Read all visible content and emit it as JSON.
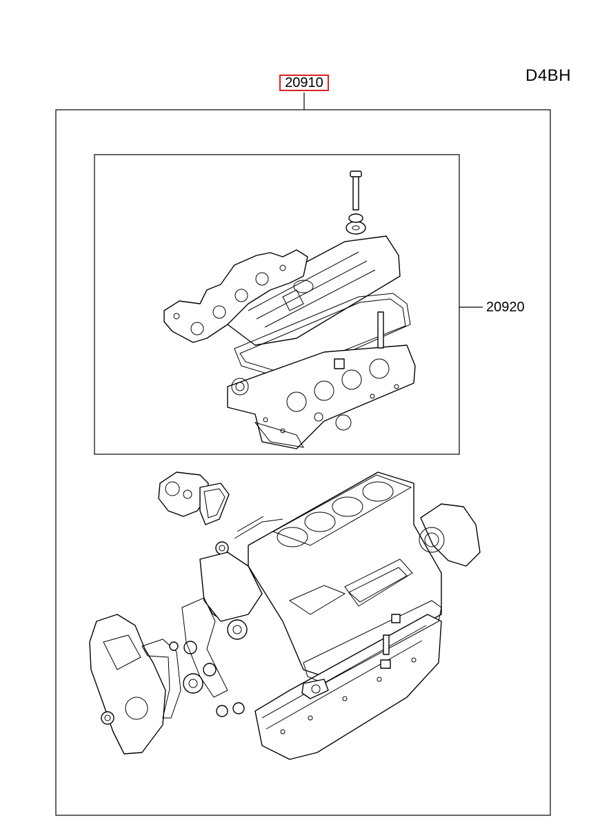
{
  "model_code": "D4BH",
  "parts": {
    "main_kit": {
      "number": "20910",
      "highlight_color": "#e02020"
    },
    "gasket_set": {
      "number": "20920"
    }
  },
  "icons": {
    "upper_illustration": "cylinder-head-gasket-set-illustration",
    "lower_illustration": "short-engine-block-gasket-illustration"
  }
}
